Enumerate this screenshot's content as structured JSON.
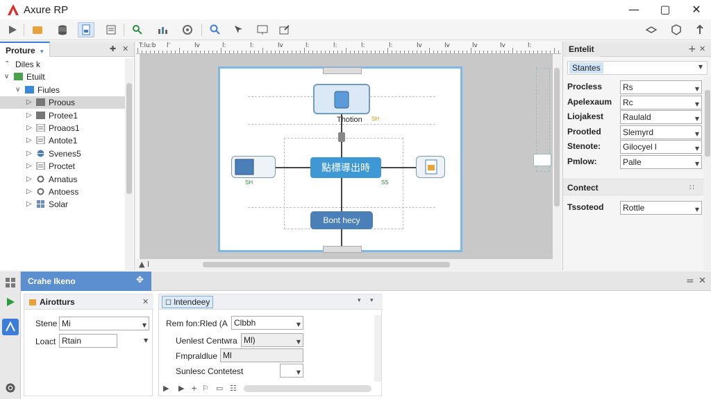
{
  "window": {
    "title": "Axure RP",
    "minimize_glyph": "—",
    "maximize_glyph": "▢",
    "close_glyph": "✕"
  },
  "toolbar": {
    "icons": [
      "play-icon",
      "folder-icon",
      "database-icon",
      "page-icon",
      "list-icon",
      "search-green-icon",
      "chart-icon",
      "zoom-circle-icon",
      "magnifier-icon",
      "arrow-icon",
      "monitor-icon",
      "export-icon",
      "layers-icon",
      "cube-icon",
      "pin-icon"
    ]
  },
  "left_pane": {
    "tab_label": "Proture",
    "tab_caret": "▾",
    "header_plus": "✚",
    "header_close": "✕",
    "tree": [
      {
        "label": "Diles k",
        "caret": "⌃",
        "depth": 0,
        "icon": "none"
      },
      {
        "label": "Etuilt",
        "caret": "∨",
        "depth": 0,
        "icon": "folder-green"
      },
      {
        "label": "Fiules",
        "caret": "∨",
        "depth": 1,
        "icon": "folder-blue"
      },
      {
        "label": "Proous",
        "caret": "▷",
        "depth": 2,
        "icon": "folder-grey",
        "selected": true
      },
      {
        "label": "Protee1",
        "caret": "▷",
        "depth": 2,
        "icon": "folder-grey"
      },
      {
        "label": "Proaos1",
        "caret": "▷",
        "depth": 2,
        "icon": "page"
      },
      {
        "label": "Antote1",
        "caret": "▷",
        "depth": 2,
        "icon": "page"
      },
      {
        "label": "Svenes5",
        "caret": "▷",
        "depth": 2,
        "icon": "globe"
      },
      {
        "label": "Proctet",
        "caret": "▷",
        "depth": 2,
        "icon": "page"
      },
      {
        "label": "Arnatus",
        "caret": "▷",
        "depth": 2,
        "icon": "gear"
      },
      {
        "label": "Antoess",
        "caret": "▷",
        "depth": 2,
        "icon": "gear"
      },
      {
        "label": "Solar",
        "caret": "▷",
        "depth": 2,
        "icon": "grid"
      }
    ]
  },
  "ruler": {
    "labels": [
      "T:lu:b",
      "lʼ",
      "lv",
      "l:",
      "l:",
      "lv",
      "l:",
      "l:",
      "l:",
      "l:",
      "lv",
      "lv",
      "lv",
      "lv",
      "l:"
    ]
  },
  "canvas": {
    "hotion_label": "Thotion",
    "hotion_badge": "SH",
    "center_node": "點標導出時",
    "bottom_node": "Bont hecy",
    "left_badge": "SH",
    "right_badge": "SS",
    "left_bottom_scroll_text": "▲ l"
  },
  "right_pane": {
    "tab_label": "Entelit",
    "header_plus": "+",
    "header_close": "✕",
    "dropdown": "Stantes",
    "props": [
      {
        "label": "Procless",
        "value": "Rs"
      },
      {
        "label": "Apelexaum",
        "value": "Rc"
      },
      {
        "label": "Liojakest",
        "value": "Raulald"
      },
      {
        "label": "Prootled",
        "value": "Slemyrd"
      },
      {
        "label": "Stenote:",
        "value": "Gilocyel l"
      },
      {
        "label": "Pmlow:",
        "value": "Palle"
      }
    ],
    "section_title": "Contect",
    "section_icon": "∷",
    "extra_prop": {
      "label": "Tssoteod",
      "value": "Rottle"
    }
  },
  "bottom": {
    "title": "Crahe Ikeno",
    "title_icon": "✥",
    "right_icons": [
      "=",
      "✕"
    ],
    "left_card": {
      "title": "Airotturs",
      "close": "✕",
      "fields": [
        {
          "label": "Stene",
          "value": "Mi"
        },
        {
          "label": "Loact",
          "value": "Rtain"
        }
      ]
    },
    "right_card": {
      "tab": "lntendeey",
      "caret": "▾",
      "rows": [
        {
          "label": "Rem fon:Rled (A",
          "value": "Clbbh"
        },
        {
          "label": "Uenlest Centwra",
          "value": "Ml)"
        },
        {
          "label": "Fmpraldlue",
          "value": "Ml"
        },
        {
          "label": "Sunlesc Contetest",
          "value": ""
        }
      ]
    },
    "side_icons": [
      "grid-icon",
      "run-icon",
      "axure-icon",
      "gear-icon"
    ]
  }
}
